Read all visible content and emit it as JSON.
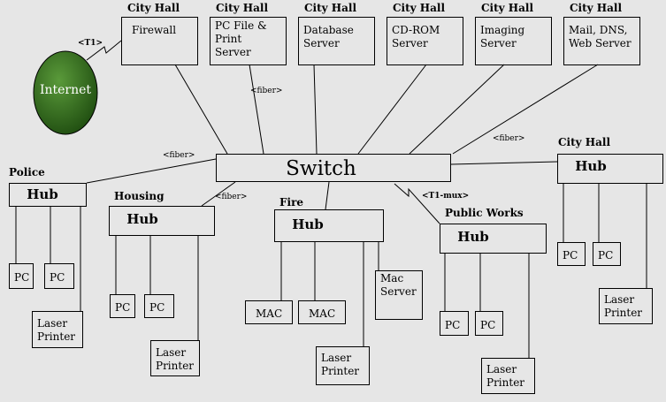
{
  "servers": {
    "group_label": "City Hall",
    "firewall": "Firewall",
    "file_print": [
      "PC File &",
      "Print",
      "Server"
    ],
    "database": [
      "Database",
      "Server"
    ],
    "cdrom": [
      "CD-ROM",
      "Server"
    ],
    "imaging": [
      "Imaging",
      "Server"
    ],
    "mail": [
      "Mail, DNS,",
      "Web Server"
    ]
  },
  "internet": {
    "label": "Internet",
    "link": "<T1>",
    "color": "#2d6a1a"
  },
  "switch": {
    "label": "Switch"
  },
  "links": {
    "fiber": "<fiber>",
    "t1mux": "<T1-mux>"
  },
  "departments": {
    "police": {
      "title": "Police",
      "hub": "Hub",
      "pc": "PC",
      "printer": [
        "Laser",
        "Printer"
      ]
    },
    "housing": {
      "title": "Housing",
      "hub": "Hub",
      "pc": "PC",
      "printer": [
        "Laser",
        "Printer"
      ]
    },
    "fire": {
      "title": "Fire",
      "hub": "Hub",
      "mac": "MAC",
      "mac_server": [
        "Mac",
        "Server"
      ],
      "printer": [
        "Laser",
        "Printer"
      ]
    },
    "public_works": {
      "title": "Public Works",
      "hub": "Hub",
      "pc": "PC",
      "printer": [
        "Laser",
        "Printer"
      ]
    },
    "city_hall": {
      "title": "City Hall",
      "hub": "Hub",
      "pc": "PC",
      "printer": [
        "Laser",
        "Printer"
      ]
    }
  }
}
